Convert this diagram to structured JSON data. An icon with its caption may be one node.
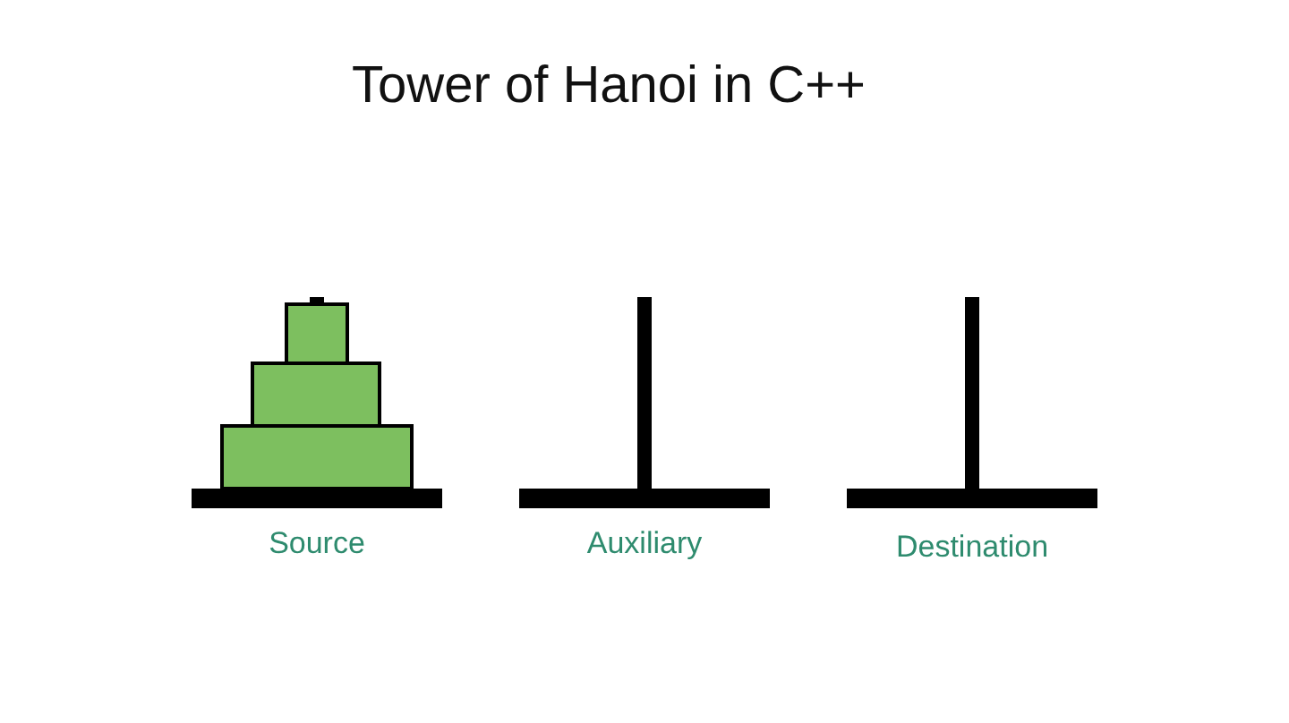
{
  "diagram": {
    "title": "Tower of Hanoi in C++",
    "labels": [
      "Source",
      "Auxiliary",
      "Destination"
    ]
  }
}
